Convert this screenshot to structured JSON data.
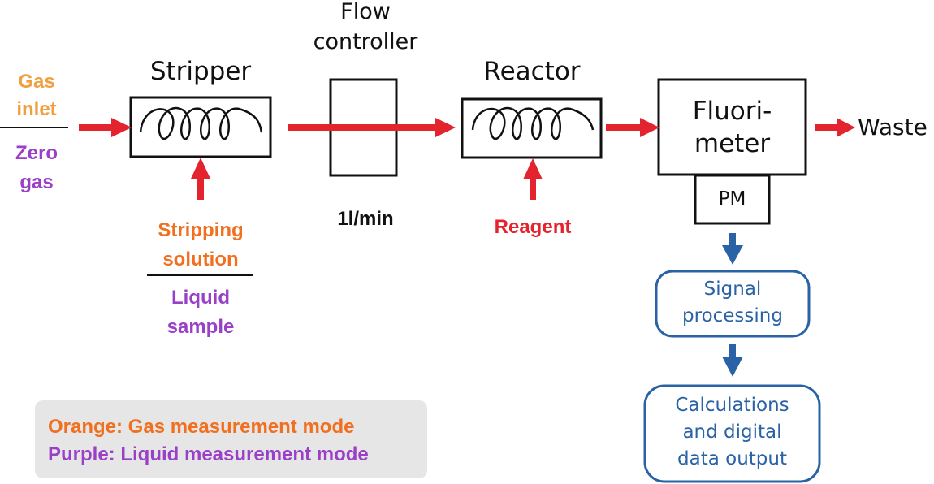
{
  "colors": {
    "flow_arrow": "#e3232d",
    "signal_arrow": "#2a62a6",
    "gas_mode": "#f07020",
    "gas_inlet": "#f0a040",
    "liquid_mode": "#9a3fc8",
    "reagent": "#e3232d",
    "box_border": "#111111",
    "legend_bg": "#e6e6e6"
  },
  "inputs": {
    "gas_inlet": [
      "Gas",
      "inlet"
    ],
    "zero_gas": [
      "Zero",
      "gas"
    ],
    "stripping_solution": [
      "Stripping",
      "solution"
    ],
    "liquid_sample": [
      "Liquid",
      "sample"
    ],
    "reagent": "Reagent"
  },
  "components": {
    "stripper": "Stripper",
    "flow_controller": [
      "Flow",
      "controller"
    ],
    "flow_rate": "1l/min",
    "reactor": "Reactor",
    "fluorimeter": [
      "Fluori-",
      "meter"
    ],
    "pm": "PM",
    "waste": "Waste"
  },
  "processing": {
    "signal": [
      "Signal",
      "processing"
    ],
    "calculations": [
      "Calculations",
      "and digital",
      "data output"
    ]
  },
  "legend": {
    "orange": "Orange: Gas measurement mode",
    "purple": "Purple: Liquid measurement mode"
  }
}
